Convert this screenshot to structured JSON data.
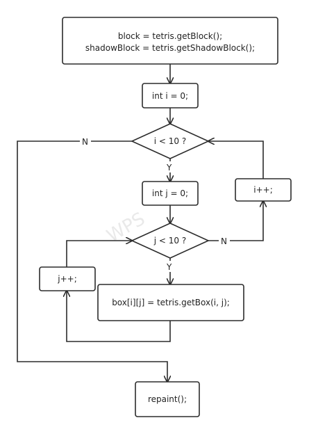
{
  "nodes": {
    "init_line1": "block = tetris.getBlock();",
    "init_line2": "shadowBlock = tetris.getShadowBlock();",
    "int_i": "int i = 0;",
    "cond_i": "i < 10 ?",
    "int_j": "int j = 0;",
    "i_inc": "i++;",
    "cond_j": "j < 10 ?",
    "j_inc": "j++;",
    "box_assign": "box[i][j] = tetris.getBox(i, j);",
    "repaint": "repaint();"
  },
  "edge_labels": {
    "cond_i_no": "N",
    "cond_i_yes": "Y",
    "cond_j_no": "N",
    "cond_j_yes": "Y"
  },
  "watermark": "WPS"
}
